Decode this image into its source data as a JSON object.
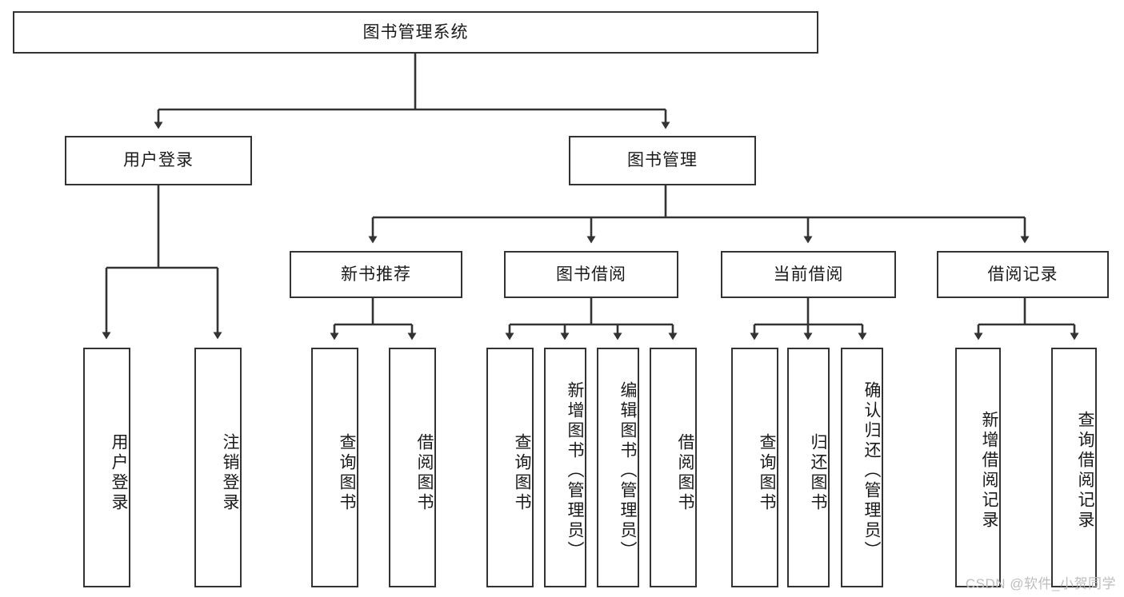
{
  "diagram": {
    "title": "图书管理系统",
    "watermark": "CSDN @软件_小贺同学",
    "accent_color": "#333333",
    "background_color": "#ffffff",
    "root": {
      "label": "图书管理系统"
    },
    "level2": [
      {
        "label": "用户登录"
      },
      {
        "label": "图书管理"
      }
    ],
    "level3": [
      {
        "label": "新书推荐"
      },
      {
        "label": "图书借阅"
      },
      {
        "label": "当前借阅"
      },
      {
        "label": "借阅记录"
      }
    ],
    "leaves": {
      "user_login": [
        {
          "label": "用户登录"
        },
        {
          "label": "注销登录"
        }
      ],
      "new_book": [
        {
          "label": "查询图书"
        },
        {
          "label": "借阅图书"
        }
      ],
      "book_borrow": [
        {
          "label": "查询图书"
        },
        {
          "label": "新增图书（管理员）"
        },
        {
          "label": "编辑图书（管理员）"
        },
        {
          "label": "借阅图书"
        }
      ],
      "current_borrow": [
        {
          "label": "查询图书"
        },
        {
          "label": "归还图书"
        },
        {
          "label": "确认归还（管理员）"
        }
      ],
      "borrow_record": [
        {
          "label": "新增借阅记录"
        },
        {
          "label": "查询借阅记录"
        }
      ]
    }
  }
}
